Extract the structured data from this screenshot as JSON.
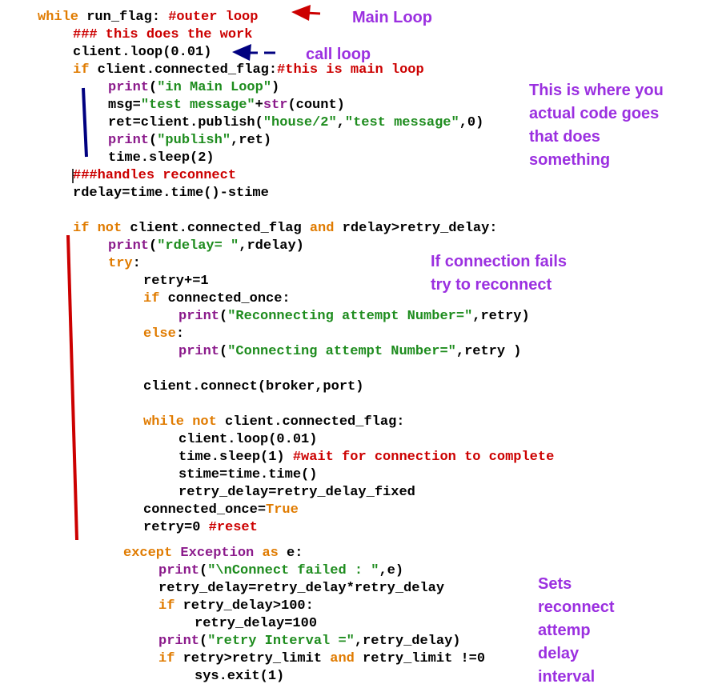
{
  "code": [
    [
      {
        "t": "while",
        "c": "k"
      },
      {
        "t": " run_flag: ",
        "c": "n"
      },
      {
        "t": "#outer loop",
        "c": "c"
      }
    ],
    [
      {
        "t": "### this does the work",
        "c": "c"
      }
    ],
    [
      {
        "t": "client.loop(0.01)",
        "c": "n"
      }
    ],
    [
      {
        "t": "if",
        "c": "k"
      },
      {
        "t": " client.connected_flag:",
        "c": "n"
      },
      {
        "t": "#this is main loop",
        "c": "c"
      }
    ],
    [
      {
        "t": "print",
        "c": "p"
      },
      {
        "t": "(",
        "c": "n"
      },
      {
        "t": "\"in Main Loop\"",
        "c": "s"
      },
      {
        "t": ")",
        "c": "n"
      }
    ],
    [
      {
        "t": "msg=",
        "c": "n"
      },
      {
        "t": "\"test message\"",
        "c": "s"
      },
      {
        "t": "+",
        "c": "n"
      },
      {
        "t": "str",
        "c": "p"
      },
      {
        "t": "(count)",
        "c": "n"
      }
    ],
    [
      {
        "t": "ret=client.publish(",
        "c": "n"
      },
      {
        "t": "\"house/2\"",
        "c": "s"
      },
      {
        "t": ",",
        "c": "n"
      },
      {
        "t": "\"test message\"",
        "c": "s"
      },
      {
        "t": ",0)",
        "c": "n"
      }
    ],
    [
      {
        "t": "print",
        "c": "p"
      },
      {
        "t": "(",
        "c": "n"
      },
      {
        "t": "\"publish\"",
        "c": "s"
      },
      {
        "t": ",ret)",
        "c": "n"
      }
    ],
    [
      {
        "t": "time.sleep(2)",
        "c": "n"
      }
    ],
    [
      {
        "t": "###handles reconnect",
        "c": "c"
      }
    ],
    [
      {
        "t": "rdelay=time.time()-stime",
        "c": "n"
      }
    ],
    [
      {
        "t": "if",
        "c": "k"
      },
      {
        "t": " ",
        "c": "n"
      },
      {
        "t": "not",
        "c": "k"
      },
      {
        "t": " client.connected_flag ",
        "c": "n"
      },
      {
        "t": "and",
        "c": "k"
      },
      {
        "t": " rdelay>retry_delay:",
        "c": "n"
      }
    ],
    [
      {
        "t": "print",
        "c": "p"
      },
      {
        "t": "(",
        "c": "n"
      },
      {
        "t": "\"rdelay= \"",
        "c": "s"
      },
      {
        "t": ",rdelay)",
        "c": "n"
      }
    ],
    [
      {
        "t": "try",
        "c": "k"
      },
      {
        "t": ":",
        "c": "n"
      }
    ],
    [
      {
        "t": "retry+=1",
        "c": "n"
      }
    ],
    [
      {
        "t": "if",
        "c": "k"
      },
      {
        "t": " connected_once:",
        "c": "n"
      }
    ],
    [
      {
        "t": "print",
        "c": "p"
      },
      {
        "t": "(",
        "c": "n"
      },
      {
        "t": "\"Reconnecting attempt Number=\"",
        "c": "s"
      },
      {
        "t": ",retry)",
        "c": "n"
      }
    ],
    [
      {
        "t": "else",
        "c": "k"
      },
      {
        "t": ":",
        "c": "n"
      }
    ],
    [
      {
        "t": "print",
        "c": "p"
      },
      {
        "t": "(",
        "c": "n"
      },
      {
        "t": "\"Connecting attempt Number=\"",
        "c": "s"
      },
      {
        "t": ",retry )",
        "c": "n"
      }
    ],
    [
      {
        "t": "client.connect(broker,port)",
        "c": "n"
      }
    ],
    [
      {
        "t": "while",
        "c": "k"
      },
      {
        "t": " ",
        "c": "n"
      },
      {
        "t": "not",
        "c": "k"
      },
      {
        "t": " client.connected_flag:",
        "c": "n"
      }
    ],
    [
      {
        "t": "client.loop(0.01)",
        "c": "n"
      }
    ],
    [
      {
        "t": "time.sleep(1) ",
        "c": "n"
      },
      {
        "t": "#wait for connection to complete",
        "c": "c"
      }
    ],
    [
      {
        "t": "stime=time.time()",
        "c": "n"
      }
    ],
    [
      {
        "t": "retry_delay=retry_delay_fixed",
        "c": "n"
      }
    ],
    [
      {
        "t": "connected_once=",
        "c": "n"
      },
      {
        "t": "True",
        "c": "k"
      }
    ],
    [
      {
        "t": "retry=0 ",
        "c": "n"
      },
      {
        "t": "#reset",
        "c": "c"
      }
    ],
    [
      {
        "t": "except",
        "c": "k"
      },
      {
        "t": " ",
        "c": "n"
      },
      {
        "t": "Exception",
        "c": "p"
      },
      {
        "t": " ",
        "c": "n"
      },
      {
        "t": "as",
        "c": "k"
      },
      {
        "t": " e:",
        "c": "n"
      }
    ],
    [
      {
        "t": "print",
        "c": "p"
      },
      {
        "t": "(",
        "c": "n"
      },
      {
        "t": "\"\\nConnect failed : \"",
        "c": "s"
      },
      {
        "t": ",e)",
        "c": "n"
      }
    ],
    [
      {
        "t": "retry_delay=retry_delay*retry_delay",
        "c": "n"
      }
    ],
    [
      {
        "t": "if",
        "c": "k"
      },
      {
        "t": " retry_delay>100:",
        "c": "n"
      }
    ],
    [
      {
        "t": "retry_delay=100",
        "c": "n"
      }
    ],
    [
      {
        "t": "print",
        "c": "p"
      },
      {
        "t": "(",
        "c": "n"
      },
      {
        "t": "\"retry Interval =\"",
        "c": "s"
      },
      {
        "t": ",retry_delay)",
        "c": "n"
      }
    ],
    [
      {
        "t": "if",
        "c": "k"
      },
      {
        "t": " retry>retry_limit ",
        "c": "n"
      },
      {
        "t": "and",
        "c": "k"
      },
      {
        "t": " retry_limit !=0",
        "c": "n"
      }
    ],
    [
      {
        "t": "sys.exit(1)",
        "c": "n"
      }
    ]
  ],
  "annotations": {
    "main_loop": [
      "Main Loop"
    ],
    "call_loop": [
      "call loop"
    ],
    "actual_code": [
      "This is where you",
      "actual code goes",
      "that does",
      "something"
    ],
    "reconnect": [
      "If connection fails",
      "try to reconnect"
    ],
    "delay": [
      "Sets",
      "reconnect",
      "attemp",
      "delay",
      "interval"
    ]
  },
  "colors": {
    "keyword": "#e07b00",
    "builtin": "#8b1a8b",
    "string": "#1e8c1e",
    "comment": "#cc0000",
    "annotation": "#9b30e0",
    "red_marker": "#cc0000",
    "blue_marker": "#000080"
  }
}
